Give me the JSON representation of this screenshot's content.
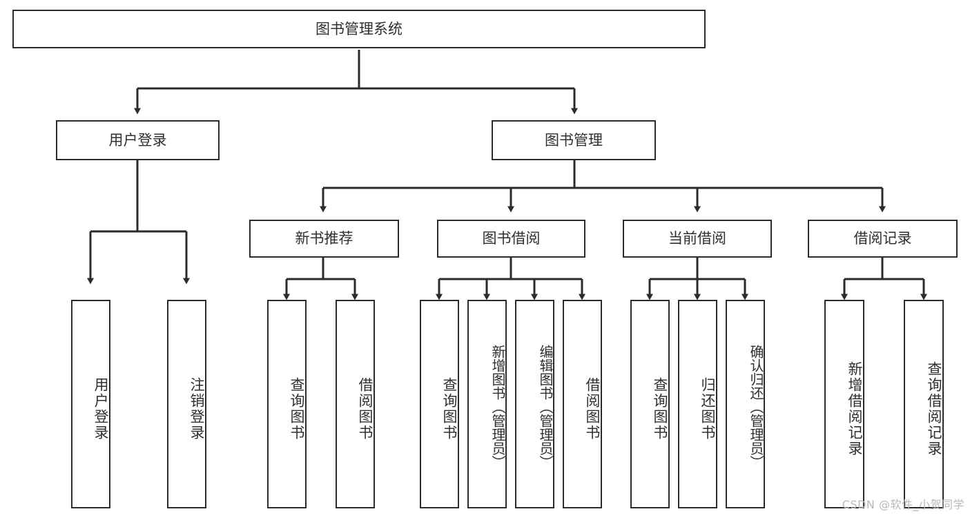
{
  "diagram": {
    "type": "tree",
    "title": "图书管理系统",
    "orientation": "top-down",
    "colors": {
      "background": "#ffffff",
      "node_fill": "#ffffff",
      "node_border": "#2b2b2b",
      "text": "#2f2f2f",
      "edge": "#2b2b2b",
      "watermark": "#b9b9b9"
    }
  },
  "root": {
    "label": "图书管理系统"
  },
  "level1": [
    {
      "label": "用户登录"
    },
    {
      "label": "图书管理"
    }
  ],
  "level2": [
    {
      "label": "新书推荐"
    },
    {
      "label": "图书借阅"
    },
    {
      "label": "当前借阅"
    },
    {
      "label": "借阅记录"
    }
  ],
  "leaves": {
    "user_login": [
      {
        "label": "用户登录"
      },
      {
        "label": "注销登录"
      }
    ],
    "new_book_recommend": [
      {
        "label": "查询图书"
      },
      {
        "label": "借阅图书"
      }
    ],
    "book_borrow": [
      {
        "label": "查询图书"
      },
      {
        "label": "新增图书（管理员）"
      },
      {
        "label": "编辑图书（管理员）"
      },
      {
        "label": "借阅图书"
      }
    ],
    "current_borrow": [
      {
        "label": "查询图书"
      },
      {
        "label": "归还图书"
      },
      {
        "label": "确认归还（管理员）"
      }
    ],
    "borrow_record": [
      {
        "label": "新增借阅记录"
      },
      {
        "label": "查询借阅记录"
      }
    ]
  },
  "watermark": {
    "text": "CSDN @软件_小贺同学"
  }
}
